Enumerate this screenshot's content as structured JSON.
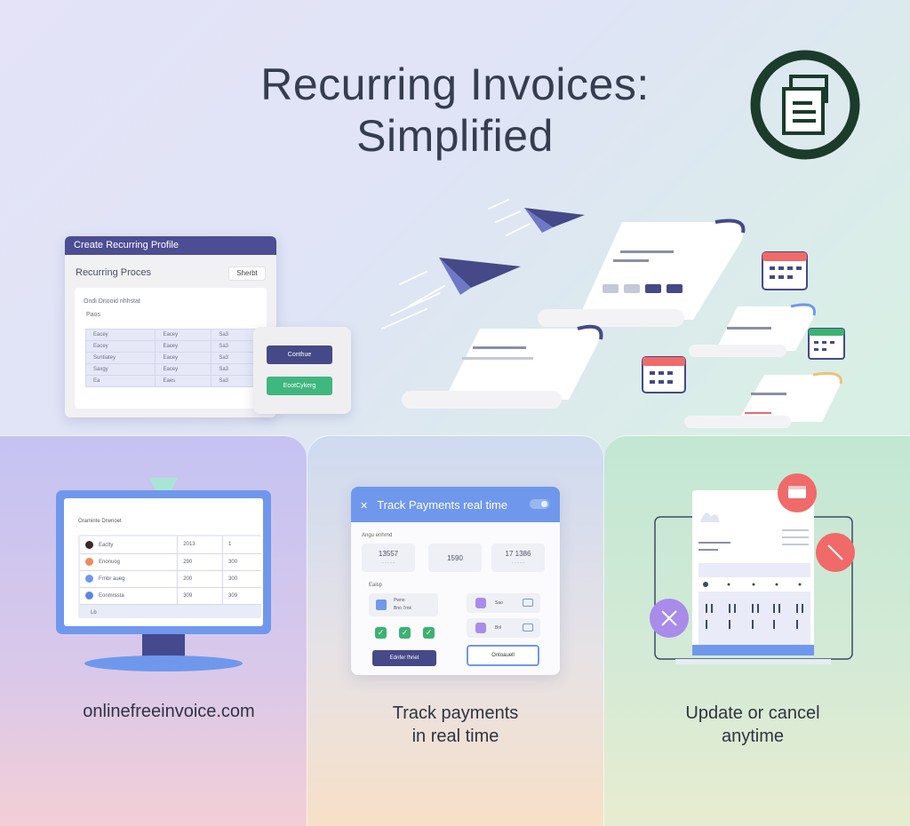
{
  "header": {
    "title_line1": "Recurring Invoices:",
    "title_line2": "Simplified"
  },
  "form_window": {
    "title": "Create Recurring Profile",
    "subtitle": "Recurring Proces",
    "action_button": "Sherbt",
    "card_line1": "Ondi  Dnooid  nhhstat",
    "card_line2": "Paos",
    "table_rows": [
      [
        "Eacey",
        "Eacey",
        "Sa3"
      ],
      [
        "Eacey",
        "Eacey",
        "Sa3"
      ],
      [
        "Suntiatey",
        "Eacey",
        "Sa3"
      ],
      [
        "Saxgy",
        "Eacey",
        "Sa3"
      ],
      [
        "Ea",
        "Eaes",
        "Sa3"
      ]
    ],
    "popup_button_primary": "Conthue",
    "popup_button_secondary": "EootCykerg"
  },
  "monitor": {
    "screen_title": "Oraminte  Drwnoet",
    "rows": [
      {
        "name": "Eaclty",
        "amount": "2013",
        "extra": "1",
        "avatar_color": "#3a2a28"
      },
      {
        "name": "Enonuog",
        "amount": "290",
        "extra": "300",
        "avatar_color": "#f08a5d"
      },
      {
        "name": "Frnbr aueg",
        "amount": "200",
        "extra": "300",
        "avatar_color": "#6f98ec"
      },
      {
        "name": "Eonmrssta",
        "amount": "309",
        "extra": "309",
        "avatar_color": "#5b87df"
      }
    ],
    "footer": "Lb"
  },
  "payments_card": {
    "title": "Track Payments real time",
    "section_label": "Angu  enhrnd",
    "stats": [
      {
        "value": "13557",
        "sub": "- - - - -"
      },
      {
        "value": "1590",
        "sub": ""
      },
      {
        "value": "17 1386",
        "sub": "- - - - -"
      }
    ],
    "list_label": "Eaisp",
    "item1_a": "Pwno",
    "item1_b": "Bno  7rnk",
    "item2": "Sao",
    "item3": "Bnl",
    "button_primary": "Ednfer fhriet",
    "button_secondary": "Ontoauell"
  },
  "captions": {
    "site": "onlinefreeinvoice.com",
    "track_line1": "Track payments",
    "track_line2": "in real time",
    "update_line1": "Update or cancel",
    "update_line2": "anytime"
  },
  "colors": {
    "title": "#363d4f",
    "brand_dark": "#454987",
    "accent_blue": "#6f98ec",
    "success_green": "#3cb371",
    "logo_green": "#1b3b2b",
    "alert_red": "#f06a6a",
    "cancel_purple": "#a98bea"
  },
  "icons": [
    "document-icon",
    "paper-plane-icon",
    "calendar-icon",
    "close-icon",
    "check-icon",
    "cancel-icon",
    "monitor-icon"
  ]
}
